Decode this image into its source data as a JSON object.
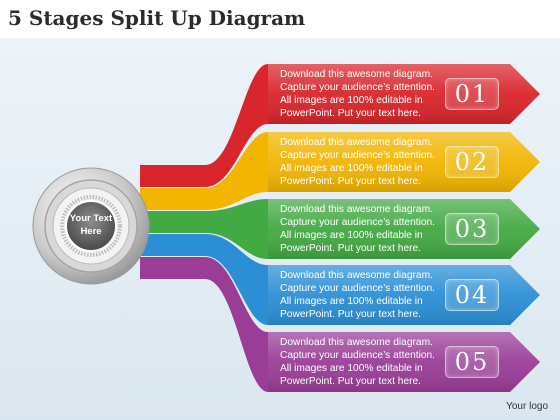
{
  "title": "5 Stages Split Up Diagram",
  "hub": {
    "line1": "Your Text",
    "line2": "Here"
  },
  "stages": [
    {
      "number": "01",
      "color": "#d9252b",
      "lines": [
        "Download this awesome diagram.",
        "Capture your audience’s attention.",
        "All images are 100% editable in",
        "PowerPoint. Put your text here."
      ]
    },
    {
      "number": "02",
      "color": "#f2b500",
      "lines": [
        "Download this awesome diagram.",
        "Capture your audience’s attention.",
        "All images are 100% editable in",
        "PowerPoint. Put your text here."
      ]
    },
    {
      "number": "03",
      "color": "#43a943",
      "lines": [
        "Download this awesome diagram.",
        "Capture your audience’s attention.",
        "All images are 100% editable in",
        "PowerPoint. Put your text here."
      ]
    },
    {
      "number": "04",
      "color": "#2c8fd6",
      "lines": [
        "Download this awesome diagram.",
        "Capture your audience’s attention.",
        "All images are 100% editable in",
        "PowerPoint. Put your text here."
      ]
    },
    {
      "number": "05",
      "color": "#9a3d97",
      "lines": [
        "Download this awesome diagram.",
        "Capture your audience’s attention.",
        "All images are 100% editable in",
        "PowerPoint. Put your text here."
      ]
    }
  ],
  "logo": "Your logo"
}
